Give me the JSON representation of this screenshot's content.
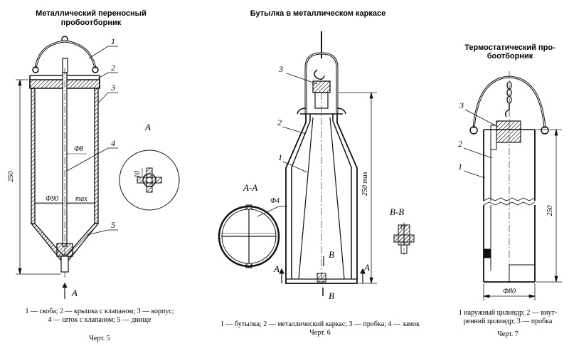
{
  "figures": [
    {
      "title_line1": "Металлический переносный",
      "title_line2": "пробоотборник",
      "callouts": [
        "1",
        "2",
        "3",
        "4",
        "5"
      ],
      "height_dim": "250",
      "diameter_dim": "Ф90",
      "max_label": "max",
      "stem_dim": "Ф8",
      "view_letter_bottom": "А",
      "view_letter_detail": "А",
      "detail_dim": "10",
      "caption_line1": "1 — скоба; 2 — крышка с клапаном; 3 — корпус;",
      "caption_line2": "4 — шток с клапаном; 5 — днище",
      "drawing_no": "Черт. 5"
    },
    {
      "title": "Бутылка в металлическом каркасе",
      "callouts": [
        "1",
        "2",
        "3"
      ],
      "height_dim": "250 max",
      "section_aa": "А-А",
      "section_aa_dim": "Ф4",
      "section_bb": "В-В",
      "section_bb_dim": "t1",
      "letter_a_left": "А",
      "letter_a_right": "А",
      "letter_b_top": "В",
      "letter_b_bottom": "В",
      "caption": "1 — бутылка; 2 — металлический каркас; 3 — пробка; 4 — замок",
      "drawing_no": "Черт. 6"
    },
    {
      "title_line1": "Термостатический про-",
      "title_line2": "боотборник",
      "callouts": [
        "3",
        "2",
        "1"
      ],
      "height_dim": "250",
      "diameter_dim": "Ф80",
      "caption_line1": "1   наружный цилиндр; 2 — внут-",
      "caption_line2": "ренний цилиндр; 3 — пробка",
      "drawing_no": "Черт. 7"
    }
  ]
}
